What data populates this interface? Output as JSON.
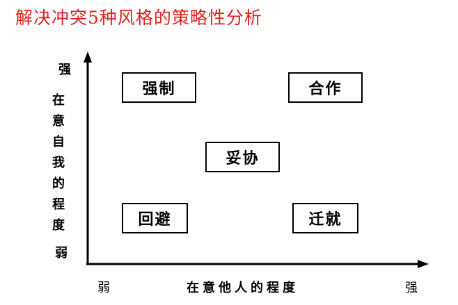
{
  "title": "解决冲突5种风格的策略性分析",
  "y_axis": {
    "title": "在意自我的程度",
    "high_label": "强",
    "low_label": "弱"
  },
  "x_axis": {
    "title": "在意他人的程度",
    "low_label": "弱",
    "high_label": "强"
  },
  "styles": {
    "forcing": "强制",
    "cooperation": "合作",
    "compromise": "妥协",
    "avoiding": "回避",
    "accommodating": "迁就"
  },
  "colors": {
    "title": "#e0201b",
    "axis": "#000000"
  }
}
